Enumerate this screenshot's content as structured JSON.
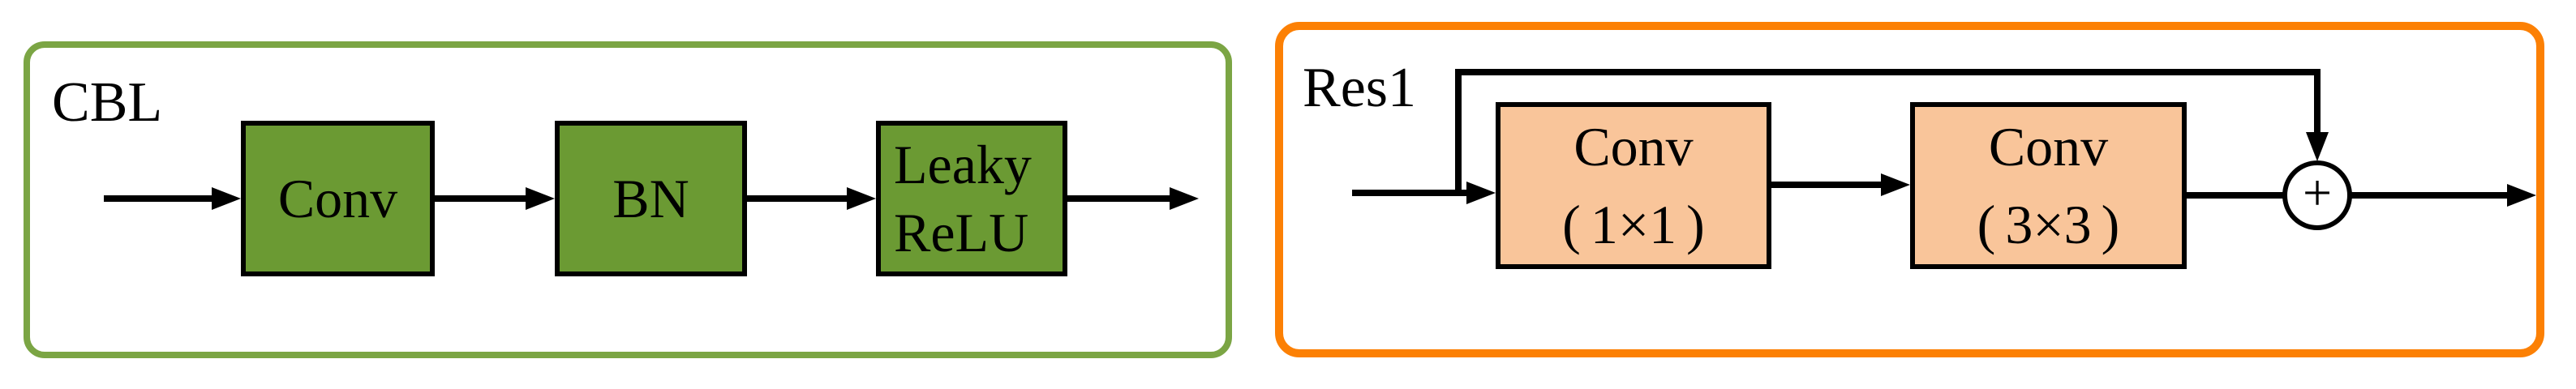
{
  "panels": {
    "cbl": {
      "label": "CBL",
      "border_color": "#7BA544",
      "box_fill": "#6B9A33",
      "boxes": [
        {
          "label": "Conv"
        },
        {
          "label": "BN"
        },
        {
          "line1": "Leaky",
          "line2": "ReLU"
        }
      ]
    },
    "res1": {
      "label": "Res1",
      "border_color": "#FC8004",
      "box_fill": "#F9C59A",
      "boxes": [
        {
          "line1": "Conv",
          "paren_open": "(",
          "kernel": "1×1",
          "paren_close": ")"
        },
        {
          "line1": "Conv",
          "paren_open": "(",
          "kernel": "3×3",
          "paren_close": ")"
        }
      ],
      "sum_symbol": "+"
    }
  },
  "colors": {
    "connector_line": "#000000",
    "block_border": "#000000",
    "text": "#000000",
    "background": "#FFFFFF"
  }
}
